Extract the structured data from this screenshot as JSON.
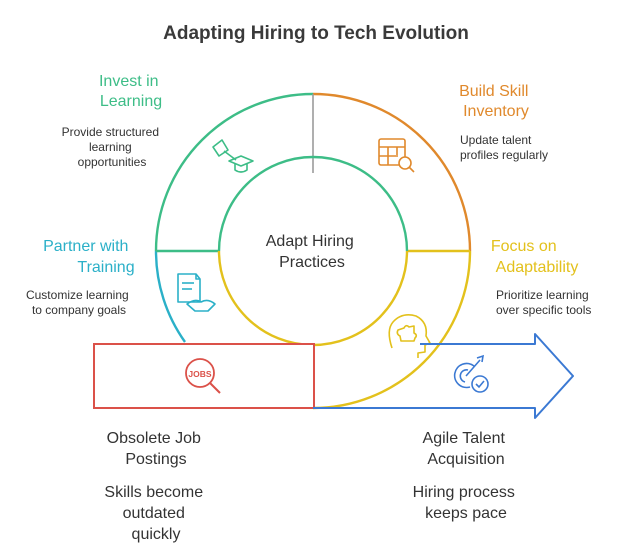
{
  "title": "Adapting Hiring to Tech Evolution",
  "center_label": [
    "Adapt Hiring",
    "Practices"
  ],
  "colors": {
    "green": "#3dbd87",
    "teal": "#2bb0c8",
    "orange": "#e0892c",
    "yellow": "#e3c11c",
    "red": "#db5149",
    "blue": "#3b79d3",
    "text": "#333333"
  },
  "segments": [
    {
      "heading": [
        "Invest in",
        "Learning"
      ],
      "description": [
        "Provide structured",
        "learning",
        "opportunities"
      ],
      "icon": "hand-graduation-cap-icon",
      "color": "green"
    },
    {
      "heading": [
        "Build Skill",
        "Inventory"
      ],
      "description": [
        "Update talent",
        "profiles regularly"
      ],
      "icon": "spreadsheet-search-icon",
      "color": "orange"
    },
    {
      "heading": [
        "Partner with",
        "Training"
      ],
      "description": [
        "Customize learning",
        "to company goals"
      ],
      "icon": "contract-handshake-icon",
      "color": "teal"
    },
    {
      "heading": [
        "Focus on",
        "Adaptability"
      ],
      "description": [
        "Prioritize learning",
        "over specific tools"
      ],
      "icon": "head-puzzle-icon",
      "color": "yellow"
    }
  ],
  "left_box": {
    "icon_text": "JOBS",
    "icon": "jobs-search-icon",
    "heading": [
      "Obsolete Job",
      "Postings"
    ],
    "description": [
      "Skills become",
      "outdated",
      "quickly"
    ]
  },
  "right_arrow": {
    "icon": "target-check-icon",
    "heading": [
      "Agile Talent",
      "Acquisition"
    ],
    "description": [
      "Hiring process",
      "keeps pace"
    ]
  }
}
